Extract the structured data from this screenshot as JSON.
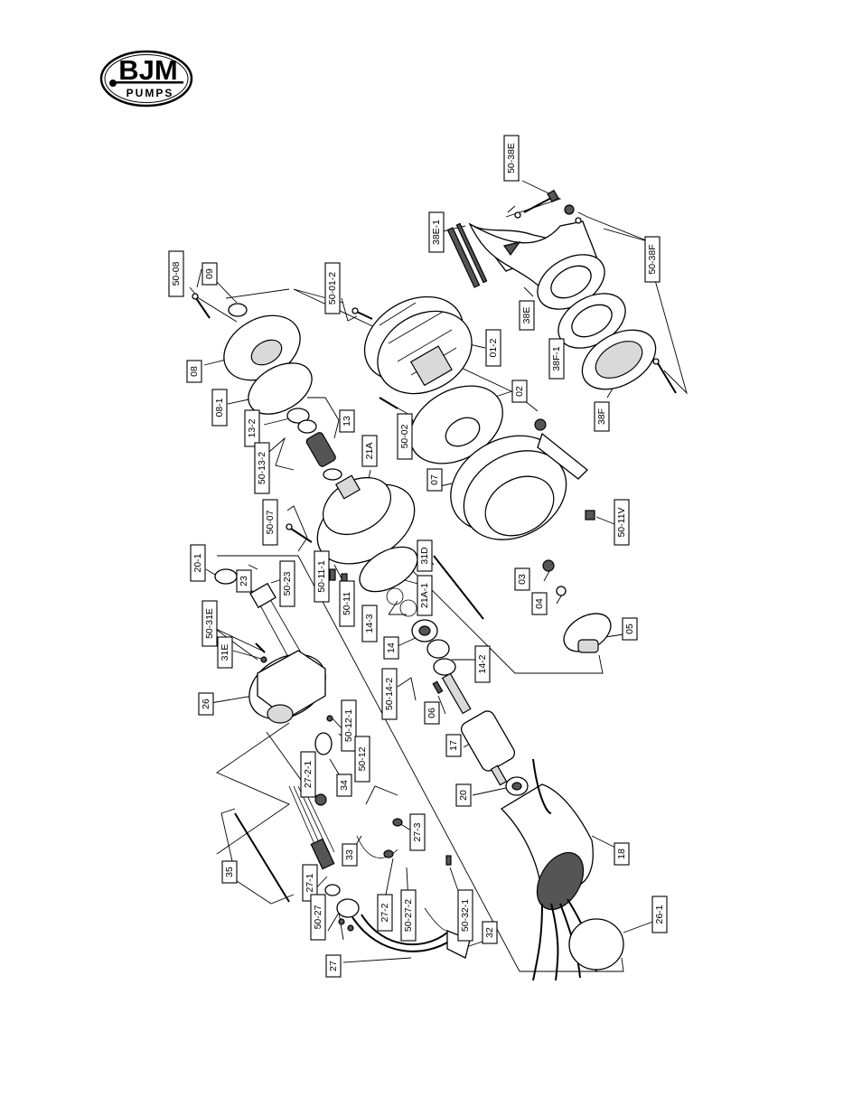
{
  "logo": {
    "line1": "BJM",
    "line2": "PUMPS"
  },
  "colors": {
    "ink": "#000000",
    "paper": "#ffffff",
    "shade": "#d9d9d9"
  },
  "labels": {
    "l50_38E": "50-38E",
    "l38E_1": "38E-1",
    "l38E": "38E",
    "l38F_1": "38F-1",
    "l38F": "38F",
    "l50_38F": "50-38F",
    "l50_08": "50-08",
    "l09": "09",
    "l08": "08",
    "l08_1": "08-1",
    "l13_2": "13-2",
    "l13": "13",
    "l50_13_2": "50-13-2",
    "l21A": "21A",
    "l50_07": "50-07",
    "l50_11_1": "50-11-1",
    "l50_11": "50-11",
    "l21A_1": "21A-1",
    "l31D": "31D",
    "l14_3": "14-3",
    "l14": "14",
    "l14_2": "14-2",
    "l50_14_2": "50-14-2",
    "l06": "06",
    "l17": "17",
    "l20": "20",
    "l18": "18",
    "l26_1": "26-1",
    "l50_01_2": "50-01-2",
    "l01_2": "01-2",
    "l02": "02",
    "l50_02": "50-02",
    "l07": "07",
    "l50_11V": "50-11V",
    "l03": "03",
    "l04": "04",
    "l05": "05",
    "l20_1": "20-1",
    "l23": "23",
    "l50_23": "50-23",
    "l50_31E": "50-31E",
    "l31E": "31E",
    "l26": "26",
    "l50_12_1": "50-12-1",
    "l50_12": "50-12",
    "l34": "34",
    "l27_2_1": "27-2-1",
    "l27_3": "27-3",
    "l33": "33",
    "l35": "35",
    "l27_1": "27-1",
    "l50_27": "50-27",
    "l27_2": "27-2",
    "l50_27_2": "50-27-2",
    "l50_32_1": "50-32-1",
    "l32": "32",
    "l27": "27"
  }
}
